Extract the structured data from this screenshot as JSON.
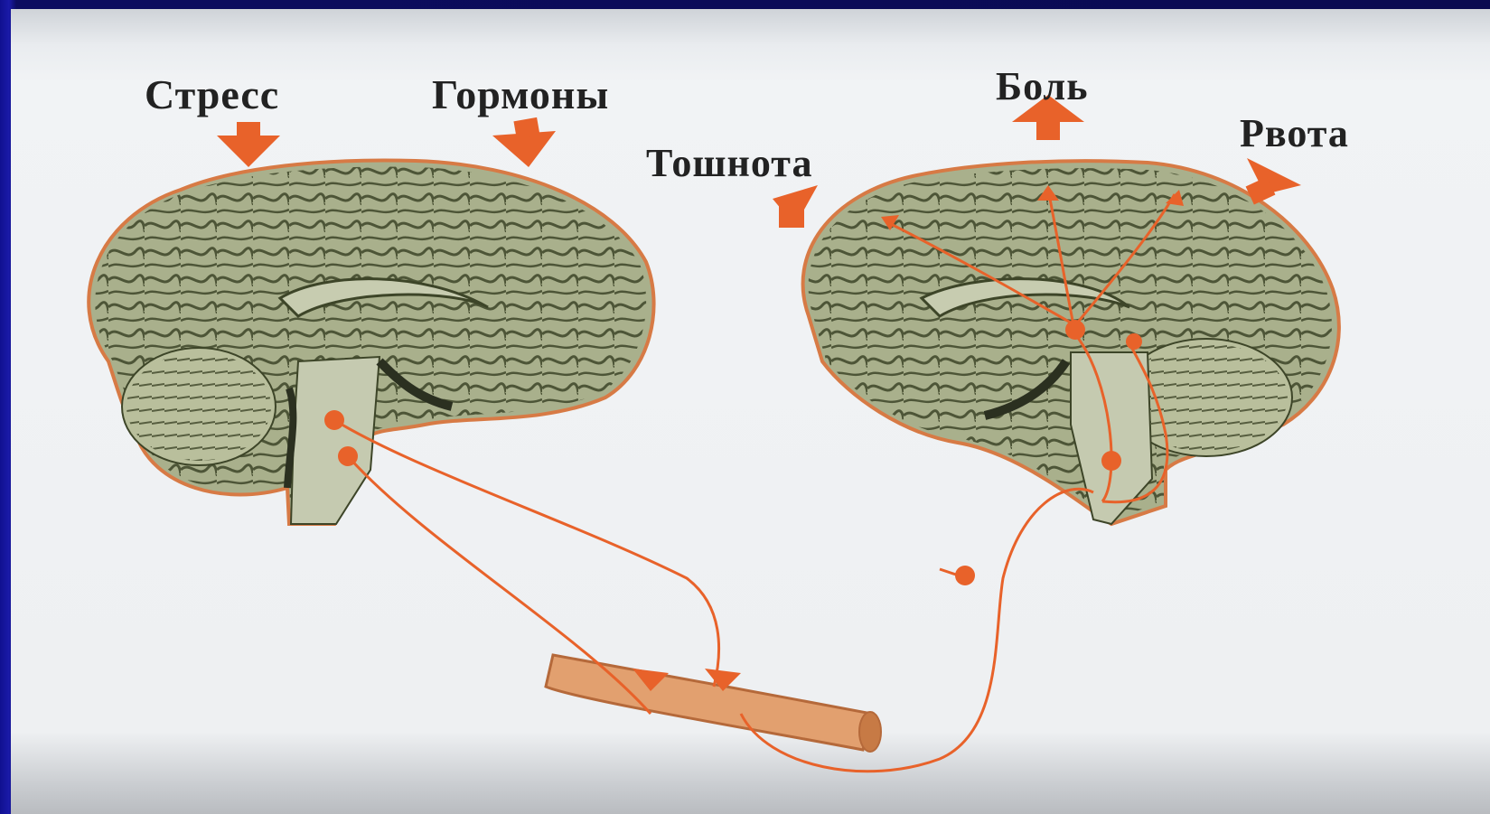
{
  "labels": {
    "stress": "Стресс",
    "hormones": "Гормоны",
    "pain": "Боль",
    "nausea": "Тошнота",
    "vomit": "Рвота"
  },
  "colors": {
    "arrow": "#e8622a",
    "brain_fill": "#a9b08c",
    "brain_outline": "#d77a45",
    "gut": "#e2a06f",
    "background": "#0a0a5a",
    "panel": "#eef0f2"
  }
}
